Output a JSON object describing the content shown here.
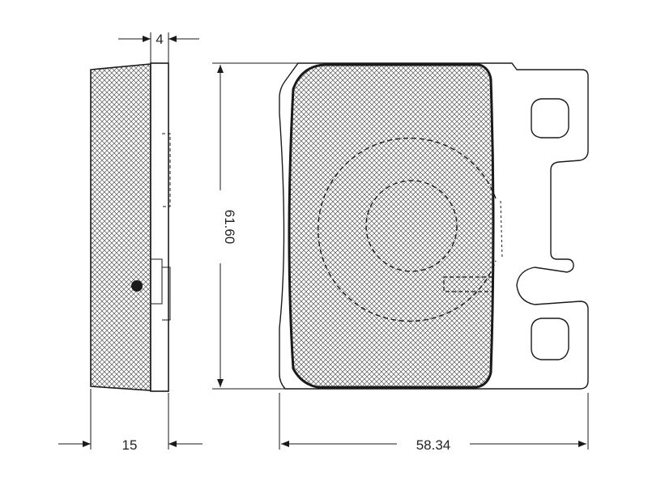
{
  "dimensions": {
    "thickness_total": "15",
    "backplate_thickness": "4",
    "height": "61.60",
    "width": "58.34"
  },
  "colors": {
    "line": "#1a1a1a",
    "hatch": "#555555",
    "background": "#ffffff"
  }
}
